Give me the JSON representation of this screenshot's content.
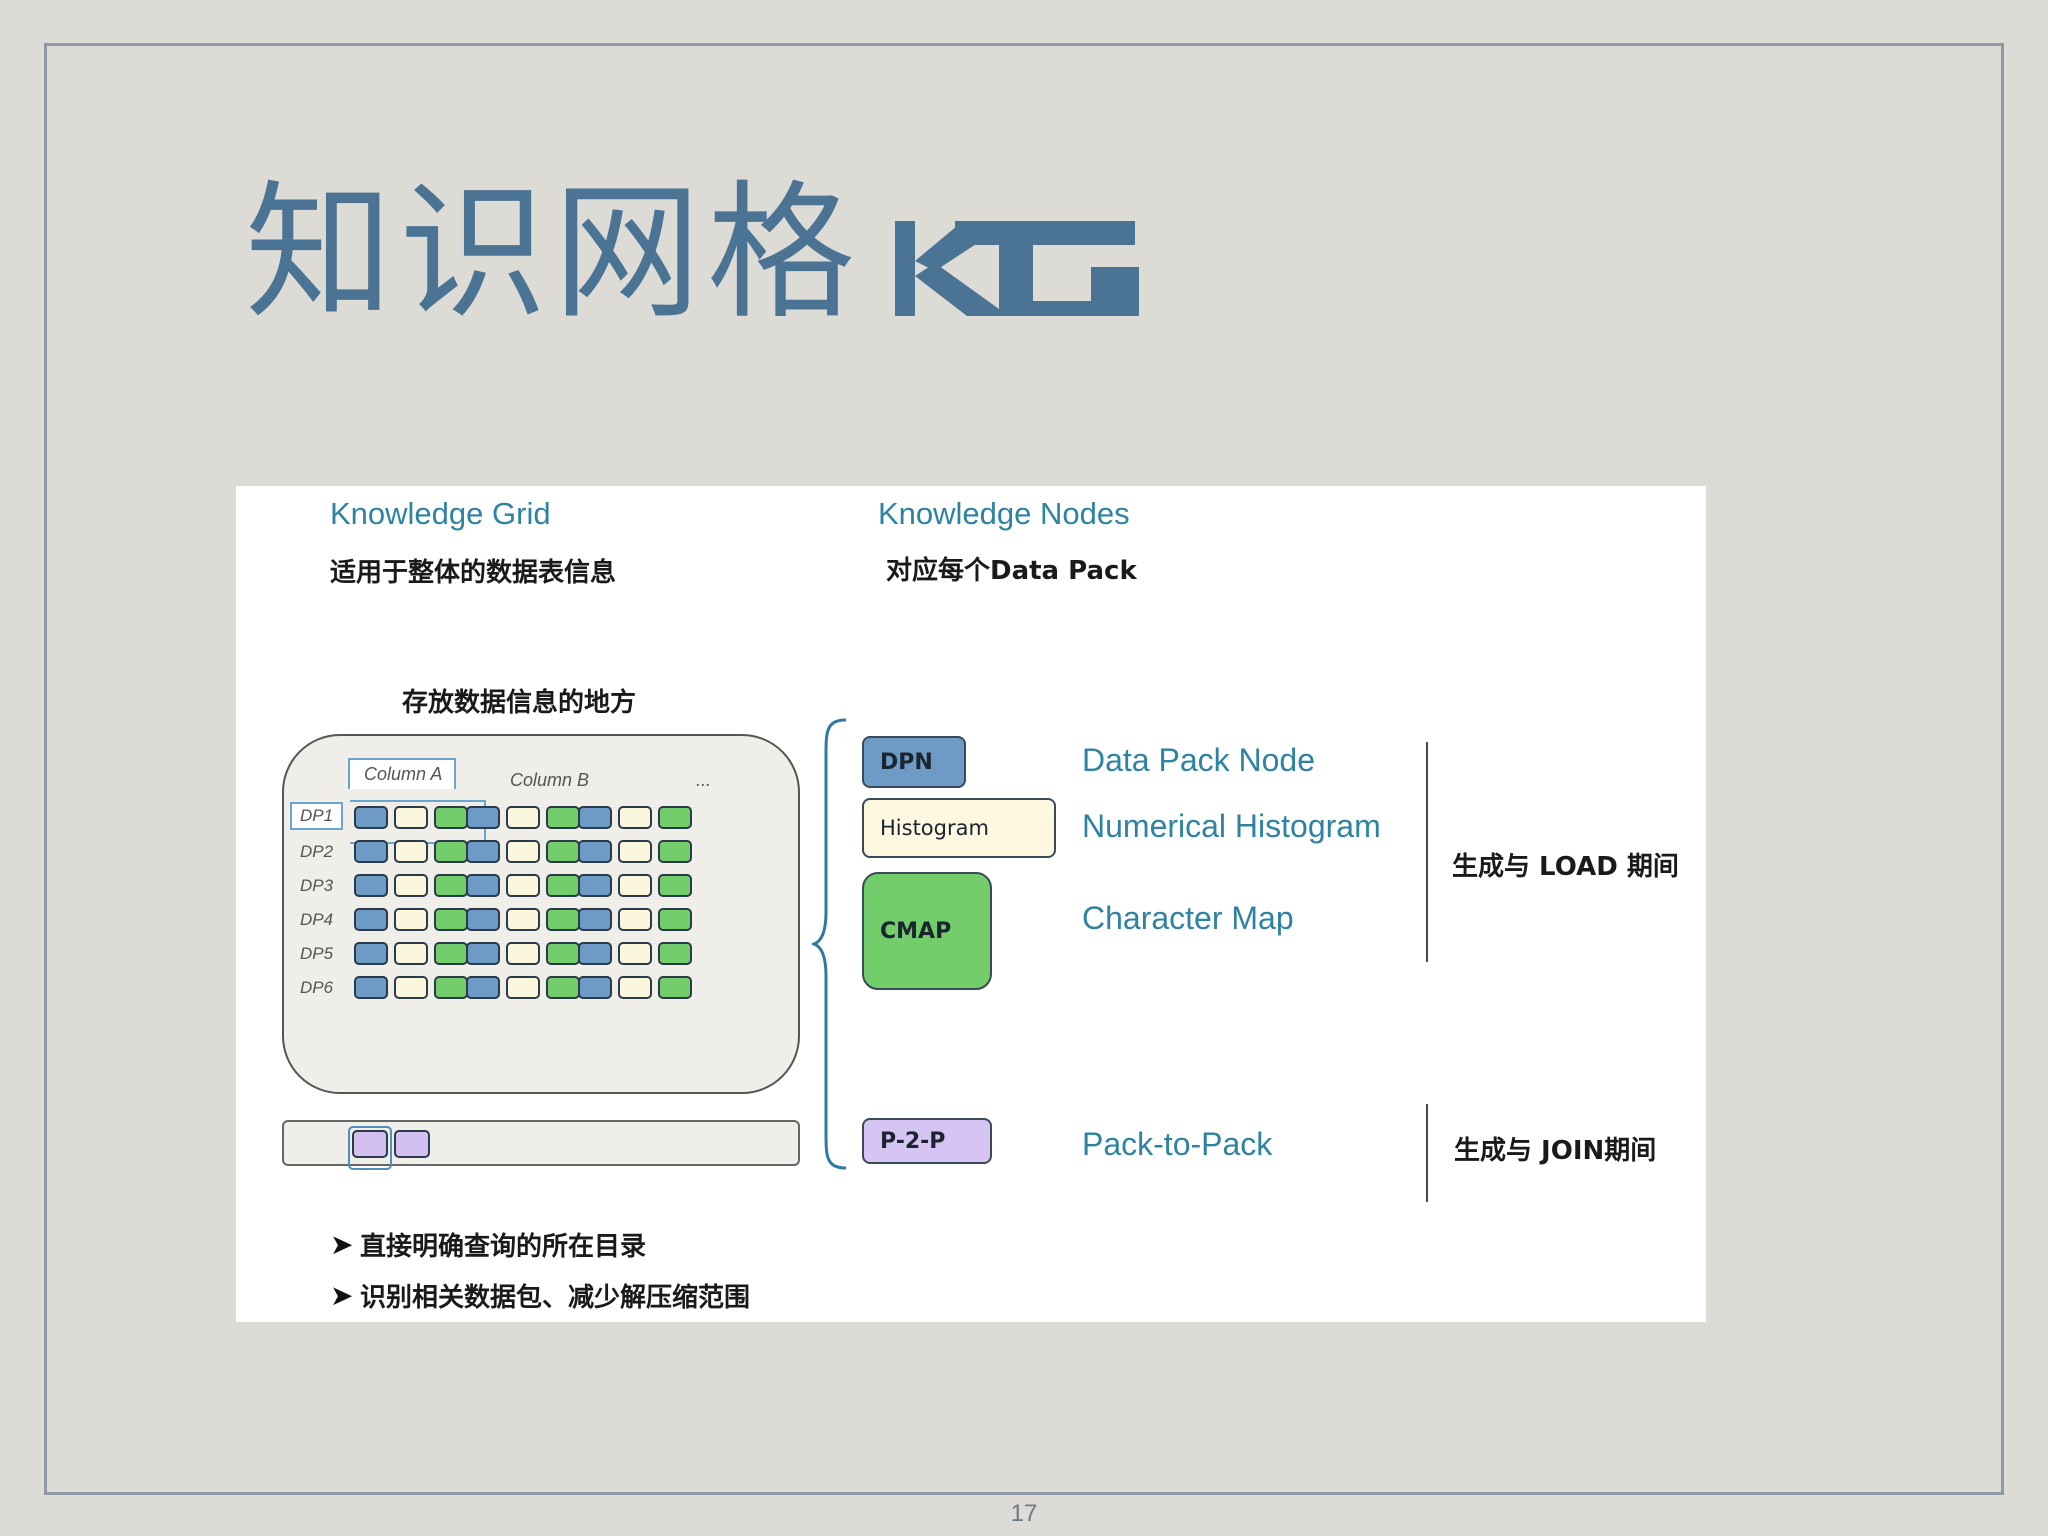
{
  "slide": {
    "title": "知识网格",
    "logo_text": "KG",
    "page_number": "17"
  },
  "panel": {
    "knowledge_grid": {
      "title": "Knowledge Grid",
      "subtitle": "适用于整体的数据表信息",
      "storage_label": "存放数据信息的地方",
      "columns": [
        "Column A",
        "Column B",
        "..."
      ],
      "rows": [
        "DP1",
        "DP2",
        "DP3",
        "DP4",
        "DP5",
        "DP6"
      ]
    },
    "knowledge_nodes": {
      "title": "Knowledge Nodes",
      "subtitle": "对应每个Data Pack",
      "nodes": [
        {
          "label": "DPN",
          "description": "Data Pack Node",
          "color": "#6e9bc5"
        },
        {
          "label": "Histogram",
          "description": "Numerical Histogram",
          "color": "#fdf8df"
        },
        {
          "label": "CMAP",
          "description": "Character Map",
          "color": "#72cd6a"
        },
        {
          "label": "P-2-P",
          "description": "Pack-to-Pack",
          "color": "#d6c4f4"
        }
      ]
    },
    "phases": {
      "load": "生成与 LOAD 期间",
      "join": "生成与 JOIN期间"
    },
    "bullets": [
      "直接明确查询的所在目录",
      "识别相关数据包、减少解压缩范围"
    ]
  },
  "colors": {
    "title_blue": "#4a7394",
    "heading_teal": "#2e83a3",
    "cell_blue": "#6e9bc5",
    "cell_cream": "#fbf7dc",
    "cell_green": "#72cd6a",
    "p2p_purple": "#d2bff0"
  }
}
